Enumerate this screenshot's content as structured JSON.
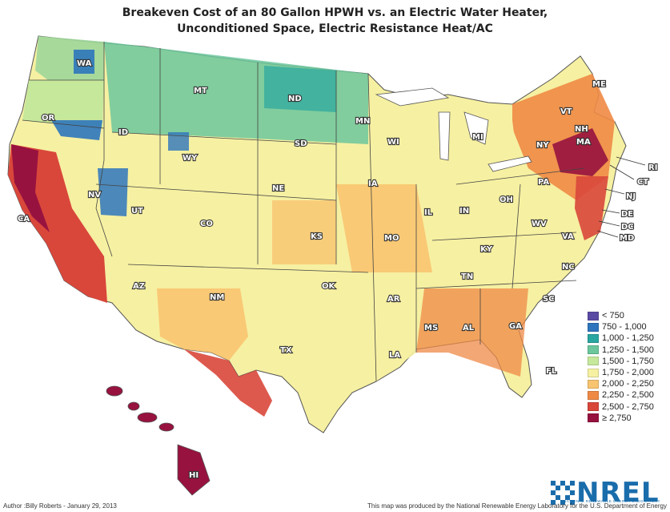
{
  "title": {
    "line1": "Breakeven Cost of an 80 Gallon HPWH vs. an Electric Water Heater,",
    "line2": "Unconditioned Space, Electric Resistance Heat/AC"
  },
  "states": [
    "WA",
    "MT",
    "ND",
    "MN",
    "ME",
    "OR",
    "ID",
    "SD",
    "WI",
    "MI",
    "VT",
    "NH",
    "NY",
    "MA",
    "WY",
    "RI",
    "CT",
    "NE",
    "IA",
    "PA",
    "NJ",
    "NV",
    "UT",
    "CO",
    "IL",
    "IN",
    "OH",
    "DE",
    "CA",
    "WV",
    "DC",
    "KS",
    "MO",
    "KY",
    "VA",
    "MD",
    "NC",
    "TN",
    "AZ",
    "NM",
    "OK",
    "AR",
    "SC",
    "MS",
    "AL",
    "GA",
    "TX",
    "LA",
    "FL",
    "HI"
  ],
  "legend": {
    "items": [
      {
        "label": "< 750",
        "color": "#5b4aa3"
      },
      {
        "label": "750 - 1,000",
        "color": "#2e75bd"
      },
      {
        "label": "1,000 - 1,250",
        "color": "#2aa6a0"
      },
      {
        "label": "1,250 - 1,500",
        "color": "#6cc79c"
      },
      {
        "label": "1,500 - 1,750",
        "color": "#c6e89b"
      },
      {
        "label": "1,750 - 2,000",
        "color": "#f6f0a2"
      },
      {
        "label": "2,000 - 2,250",
        "color": "#f9c470"
      },
      {
        "label": "2,250 - 2,500",
        "color": "#ef8a45"
      },
      {
        "label": "2,500 - 2,750",
        "color": "#d9473b"
      },
      {
        "label": "≥ 2,750",
        "color": "#97123f"
      }
    ]
  },
  "logo": {
    "text": "NREL",
    "subtitle": "NATIONAL RENEWABLE ENERGY LABORATORY"
  },
  "footer": {
    "author": "Author :Billy Roberts - January 29, 2013",
    "credit": "This map was produced by the National Renewable Energy Laboratory for the U.S. Department of Energy"
  }
}
